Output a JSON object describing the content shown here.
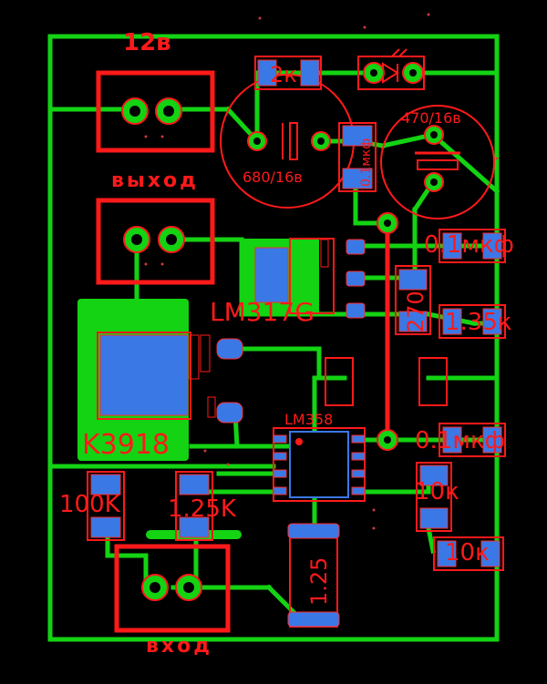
{
  "colors": {
    "background": "#000000",
    "trace": "#13d313",
    "silk": "#ff1a1a",
    "pad": "#3a78e6",
    "pad_edge": "#ff2a2a"
  },
  "labels": {
    "power_12v": "12в",
    "output": "выход",
    "input": "вход",
    "res_2k": "2к",
    "cap_680": "680/16в",
    "cap_01_small": "0.1мкф",
    "cap_470": "470/16в",
    "cap_01_right": "0.1мкф",
    "res_270": "270",
    "res_135k": "1.35к",
    "reg_lm317": "LM317G",
    "mosfet_k3918": "K3918",
    "opamp_lm358": "LM358",
    "cap_01_mid": "0.1мкф",
    "res_10k_a": "10к",
    "res_10k_b": "10к",
    "res_100k": "100K",
    "res_125k": "1.25K",
    "res_125": "1.25"
  }
}
